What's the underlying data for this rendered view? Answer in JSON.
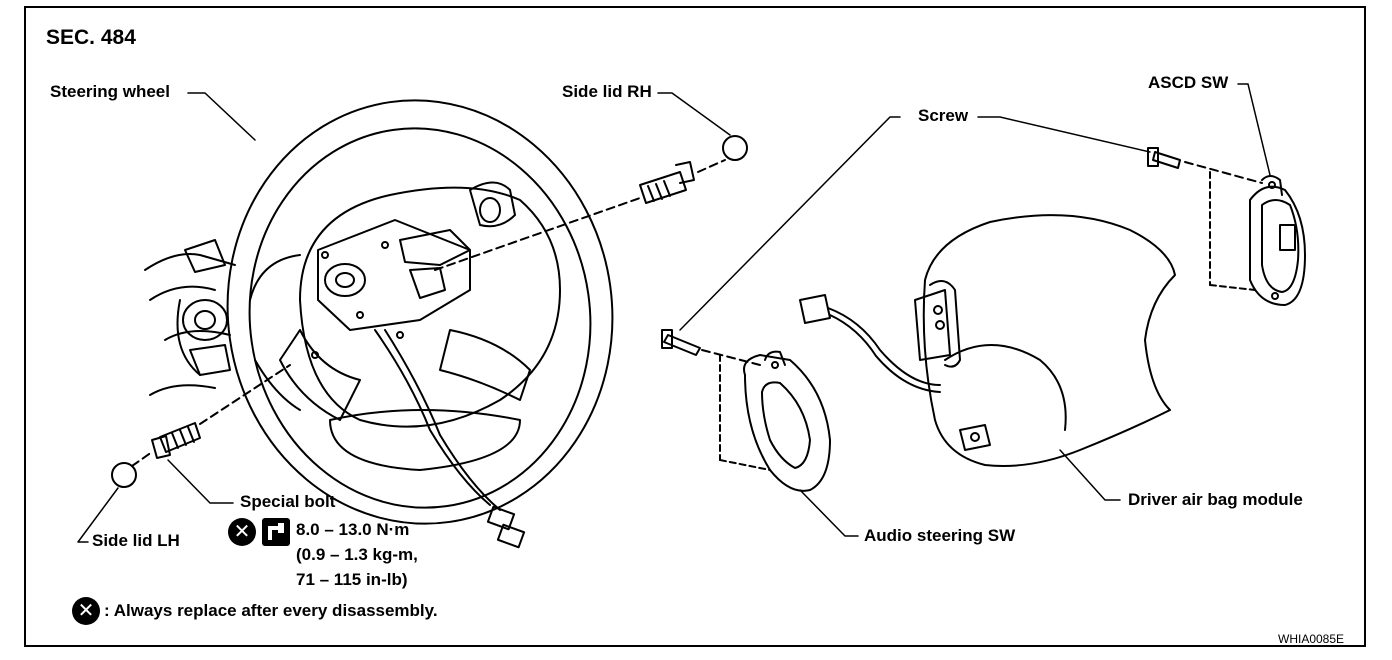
{
  "section": "SEC. 484",
  "labels": {
    "steering_wheel": "Steering wheel",
    "side_lid_rh": "Side lid RH",
    "screw": "Screw",
    "ascd_sw": "ASCD SW",
    "special_bolt": "Special bolt",
    "side_lid_lh": "Side lid LH",
    "audio_steering_sw": "Audio steering SW",
    "driver_air_bag_module": "Driver air bag module"
  },
  "torque": {
    "line1": "8.0 – 13.0 N·m",
    "line2": "(0.9 – 1.3 kg-m,",
    "line3": "71 – 115 in-lb)"
  },
  "legend": ": Always replace after every disassembly.",
  "figure_id": "WHIA0085E",
  "icons": [
    "replace-x-icon",
    "torque-wrench-icon"
  ]
}
